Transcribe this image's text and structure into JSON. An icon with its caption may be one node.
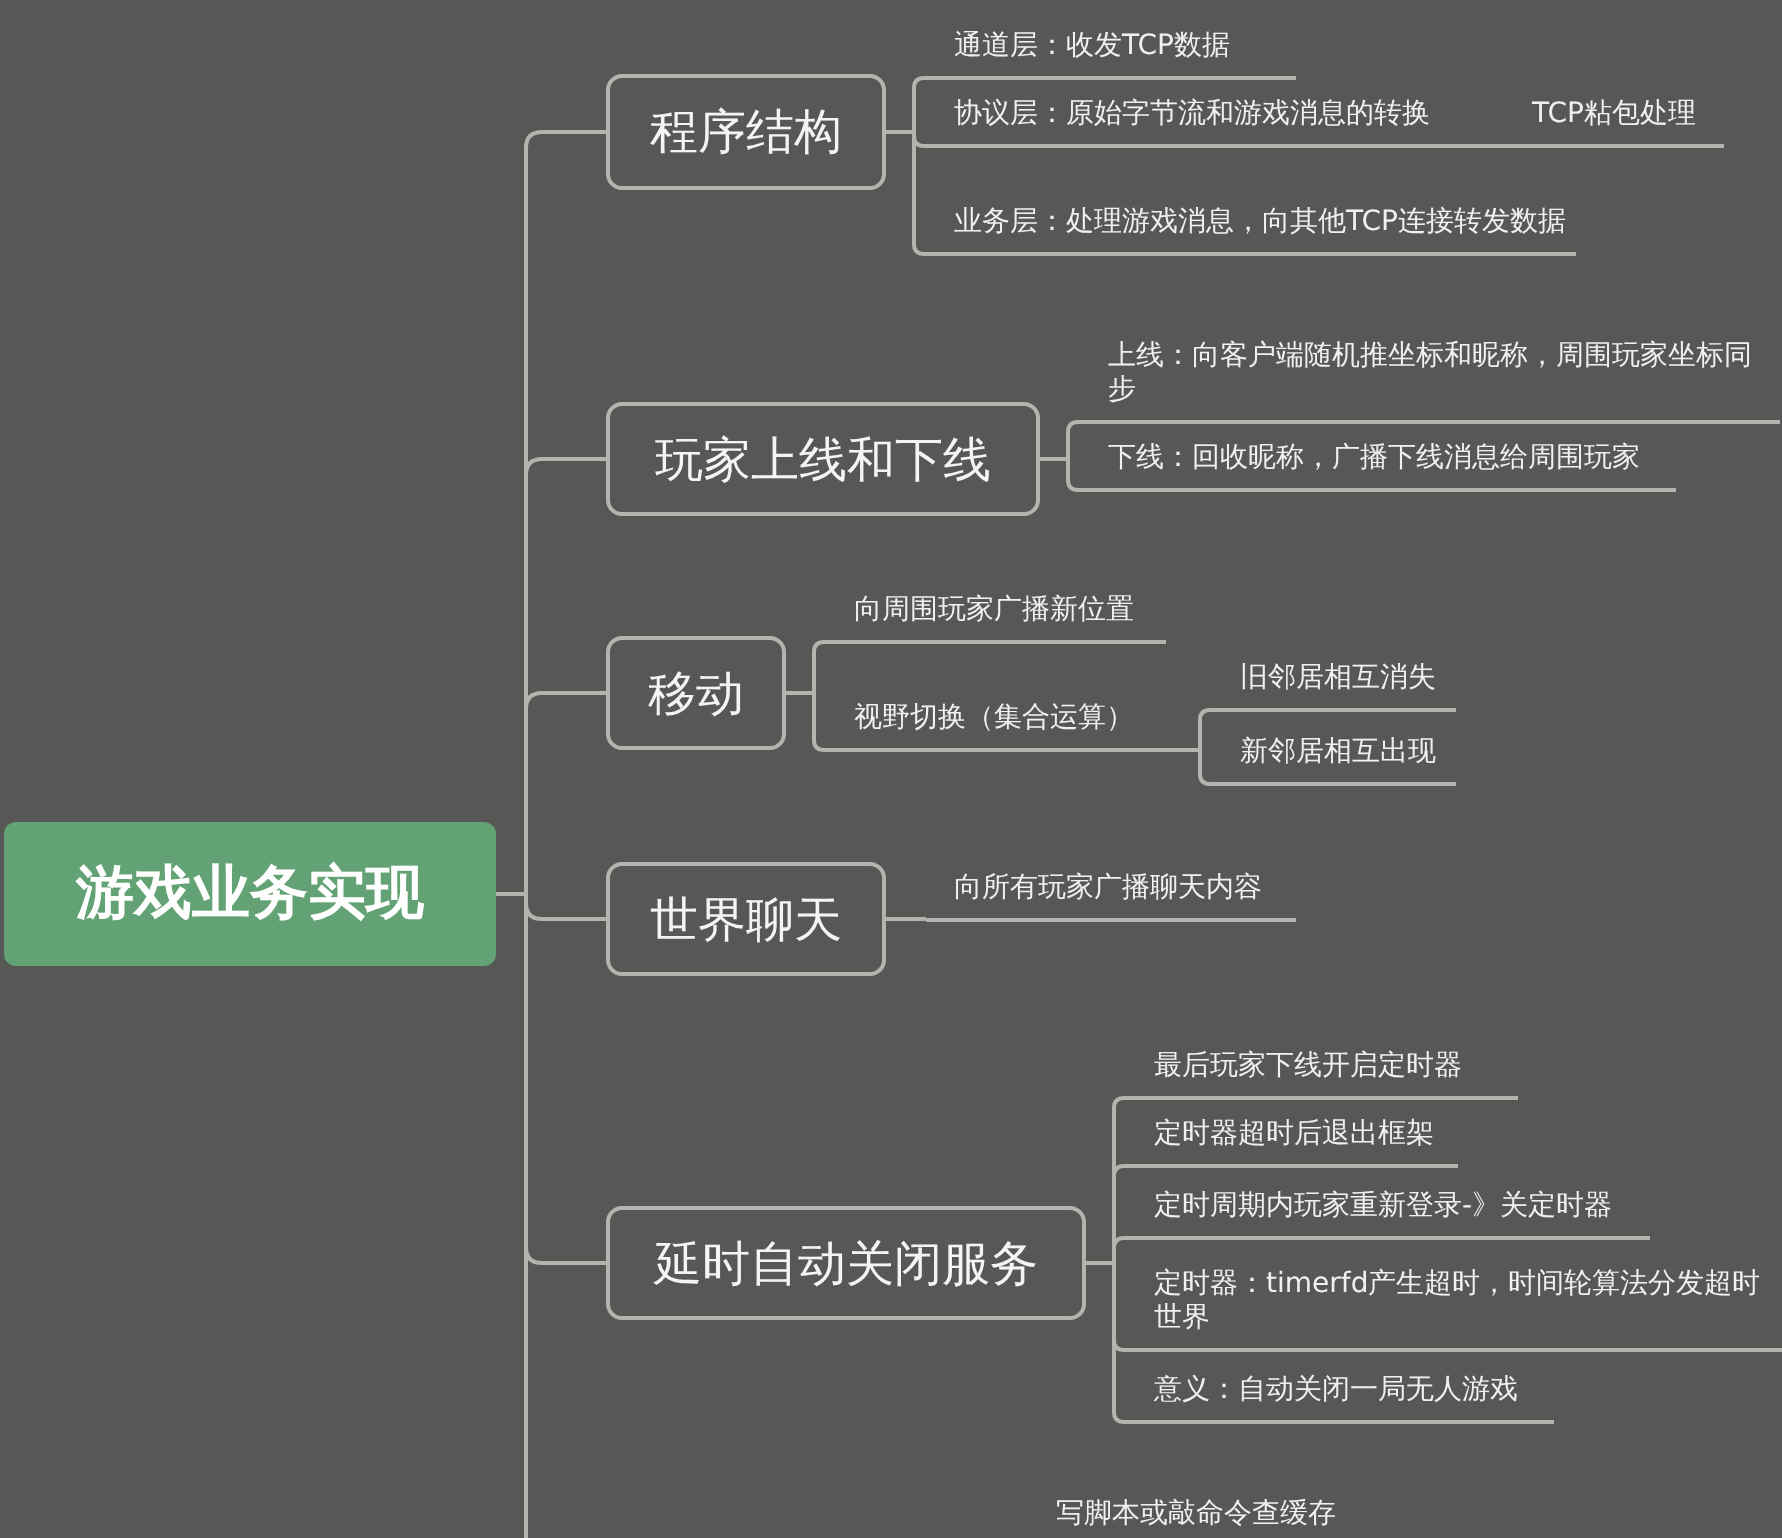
{
  "diagram": {
    "nodes": [
      {
        "text": [
          "游戏业务实现"
        ]
      },
      {
        "text": [
          "程序结构"
        ]
      },
      {
        "text": [
          "通道层：收发TCP数据"
        ]
      },
      {
        "text": [
          "协议层：原始字节流和游戏消息的转换"
        ]
      },
      {
        "text": [
          "TCP粘包处理"
        ]
      },
      {
        "text": [
          "业务层：处理游戏消息，向其他TCP连接转发数据"
        ]
      },
      {
        "text": [
          "玩家上线和下线"
        ]
      },
      {
        "text": [
          "上线：向客户端随机推坐标和昵称，周围玩家坐标同步"
        ]
      },
      {
        "text": [
          "下线：回收昵称，广播下线消息给周围玩家"
        ]
      },
      {
        "text": [
          "移动"
        ]
      },
      {
        "text": [
          "向周围玩家广播新位置"
        ]
      },
      {
        "text": [
          "视野切换（集合运算）"
        ]
      },
      {
        "text": [
          "旧邻居相互消失"
        ]
      },
      {
        "text": [
          "新邻居相互出现"
        ]
      },
      {
        "text": [
          "世界聊天"
        ]
      },
      {
        "text": [
          "向所有玩家广播聊天内容"
        ]
      },
      {
        "text": [
          "延时自动关闭服务"
        ]
      },
      {
        "text": [
          "最后玩家下线开启定时器"
        ]
      },
      {
        "text": [
          "定时器超时后退出框架"
        ]
      },
      {
        "text": [
          "定时周期内玩家重新登录-》关定时器"
        ]
      },
      {
        "text": [
          "定时器：timerfd产生超时，时间轮算法分发超时世界"
        ]
      },
      {
        "text": [
          "意义：自动关闭一局无人游戏"
        ]
      }
    ],
    "edges": [
      {
        "from": 0,
        "to": 1,
        "arrow": "none"
      },
      {
        "from": 0,
        "to": 6,
        "arrow": "none"
      },
      {
        "from": 0,
        "to": 9,
        "arrow": "none"
      },
      {
        "from": 0,
        "to": 14,
        "arrow": "none"
      },
      {
        "from": 0,
        "to": 16,
        "arrow": "none"
      },
      {
        "from": 0,
        "to": null,
        "arrow": "none"
      },
      {
        "from": 1,
        "to": 2,
        "arrow": "none"
      },
      {
        "from": 1,
        "to": 3,
        "arrow": "none"
      },
      {
        "from": 3,
        "to": 4,
        "arrow": "none"
      },
      {
        "from": 1,
        "to": 5,
        "arrow": "none"
      },
      {
        "from": 6,
        "to": 7,
        "arrow": "none"
      },
      {
        "from": 6,
        "to": 8,
        "arrow": "none"
      },
      {
        "from": 9,
        "to": 10,
        "arrow": "none"
      },
      {
        "from": 9,
        "to": 11,
        "arrow": "none"
      },
      {
        "from": 11,
        "to": 12,
        "arrow": "none"
      },
      {
        "from": 11,
        "to": 13,
        "arrow": "none"
      },
      {
        "from": 14,
        "to": 15,
        "arrow": "none"
      },
      {
        "from": 16,
        "to": 17,
        "arrow": "none"
      },
      {
        "from": 16,
        "to": 18,
        "arrow": "none"
      },
      {
        "from": 16,
        "to": 19,
        "arrow": "none"
      },
      {
        "from": 16,
        "to": 20,
        "arrow": "none"
      },
      {
        "from": 16,
        "to": 21,
        "arrow": "none"
      }
    ],
    "labels": [
      "写脚本或敲命令查缓存"
    ]
  }
}
